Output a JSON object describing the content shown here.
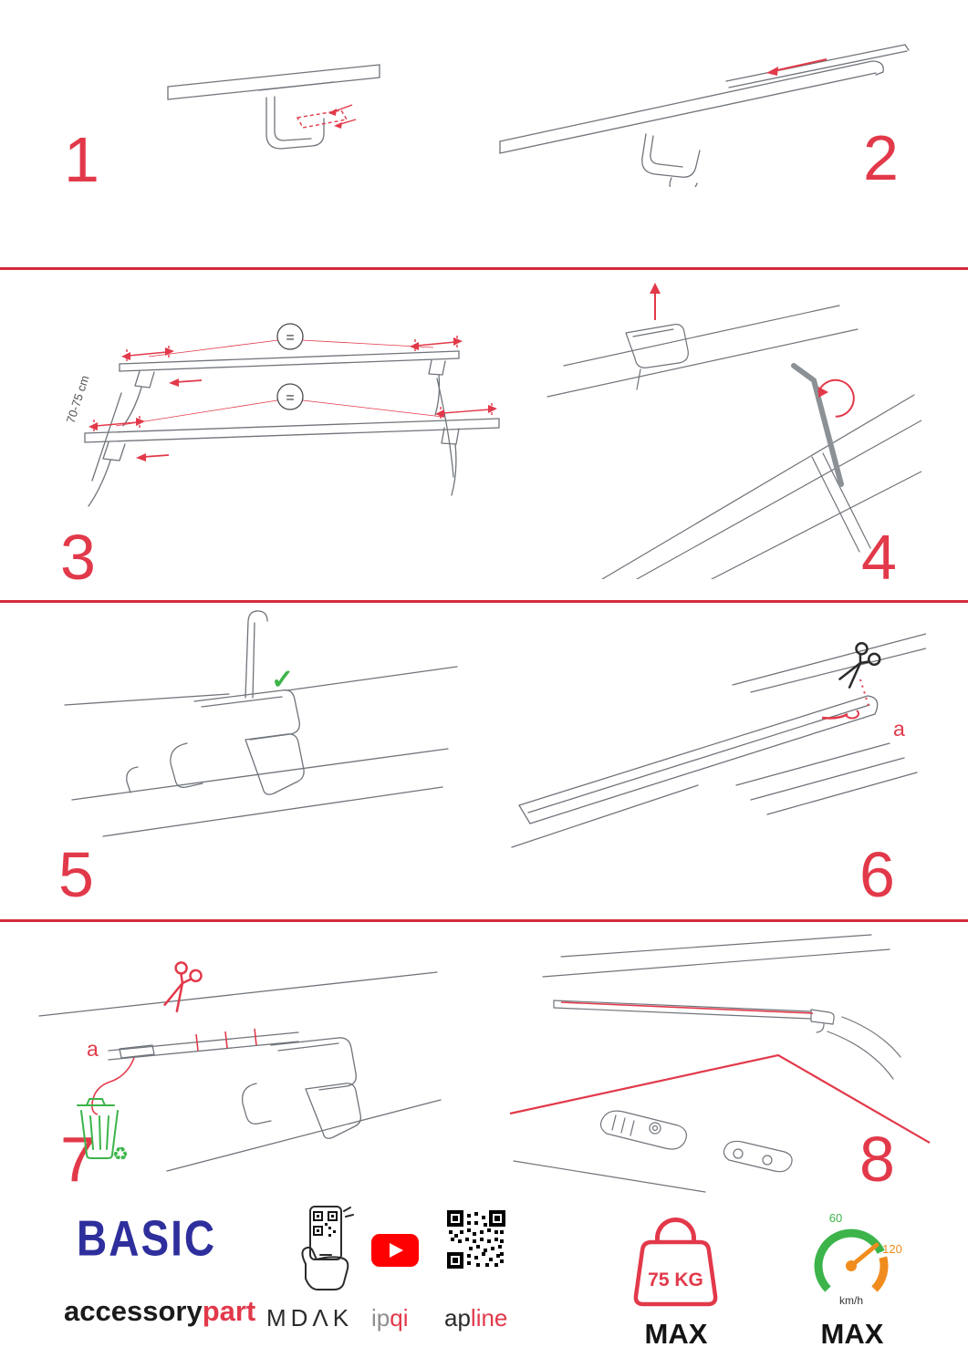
{
  "colors": {
    "red": "#e2394a",
    "divider_red": "#d42a3c",
    "line_gray": "#6f747a",
    "blue": "#2e2f9c",
    "green": "#3cb44a",
    "orange": "#f08c1e",
    "youtube_red": "#ff0000"
  },
  "icons": {
    "checkmark": "✓",
    "recycle": "♻"
  },
  "steps": [
    {
      "number": "1"
    },
    {
      "number": "2"
    },
    {
      "number": "3",
      "dimension": "70-75 cm",
      "equal_top": "=",
      "equal_bottom": "="
    },
    {
      "number": "4"
    },
    {
      "number": "5"
    },
    {
      "number": "6",
      "label_a": "a"
    },
    {
      "number": "7",
      "label_a": "a"
    },
    {
      "number": "8"
    }
  ],
  "footer": {
    "brand": "BASIC",
    "accessory": "accessory",
    "part": "part",
    "mdak": "MDΛK",
    "ip": "ip",
    "qi": "qi",
    "ap": "ap",
    "line": "line",
    "weight": "75 KG",
    "weight_max": "MAX",
    "speed_60": "60",
    "speed_120": "120",
    "speed_unit": "km/h",
    "speed_max": "MAX"
  }
}
